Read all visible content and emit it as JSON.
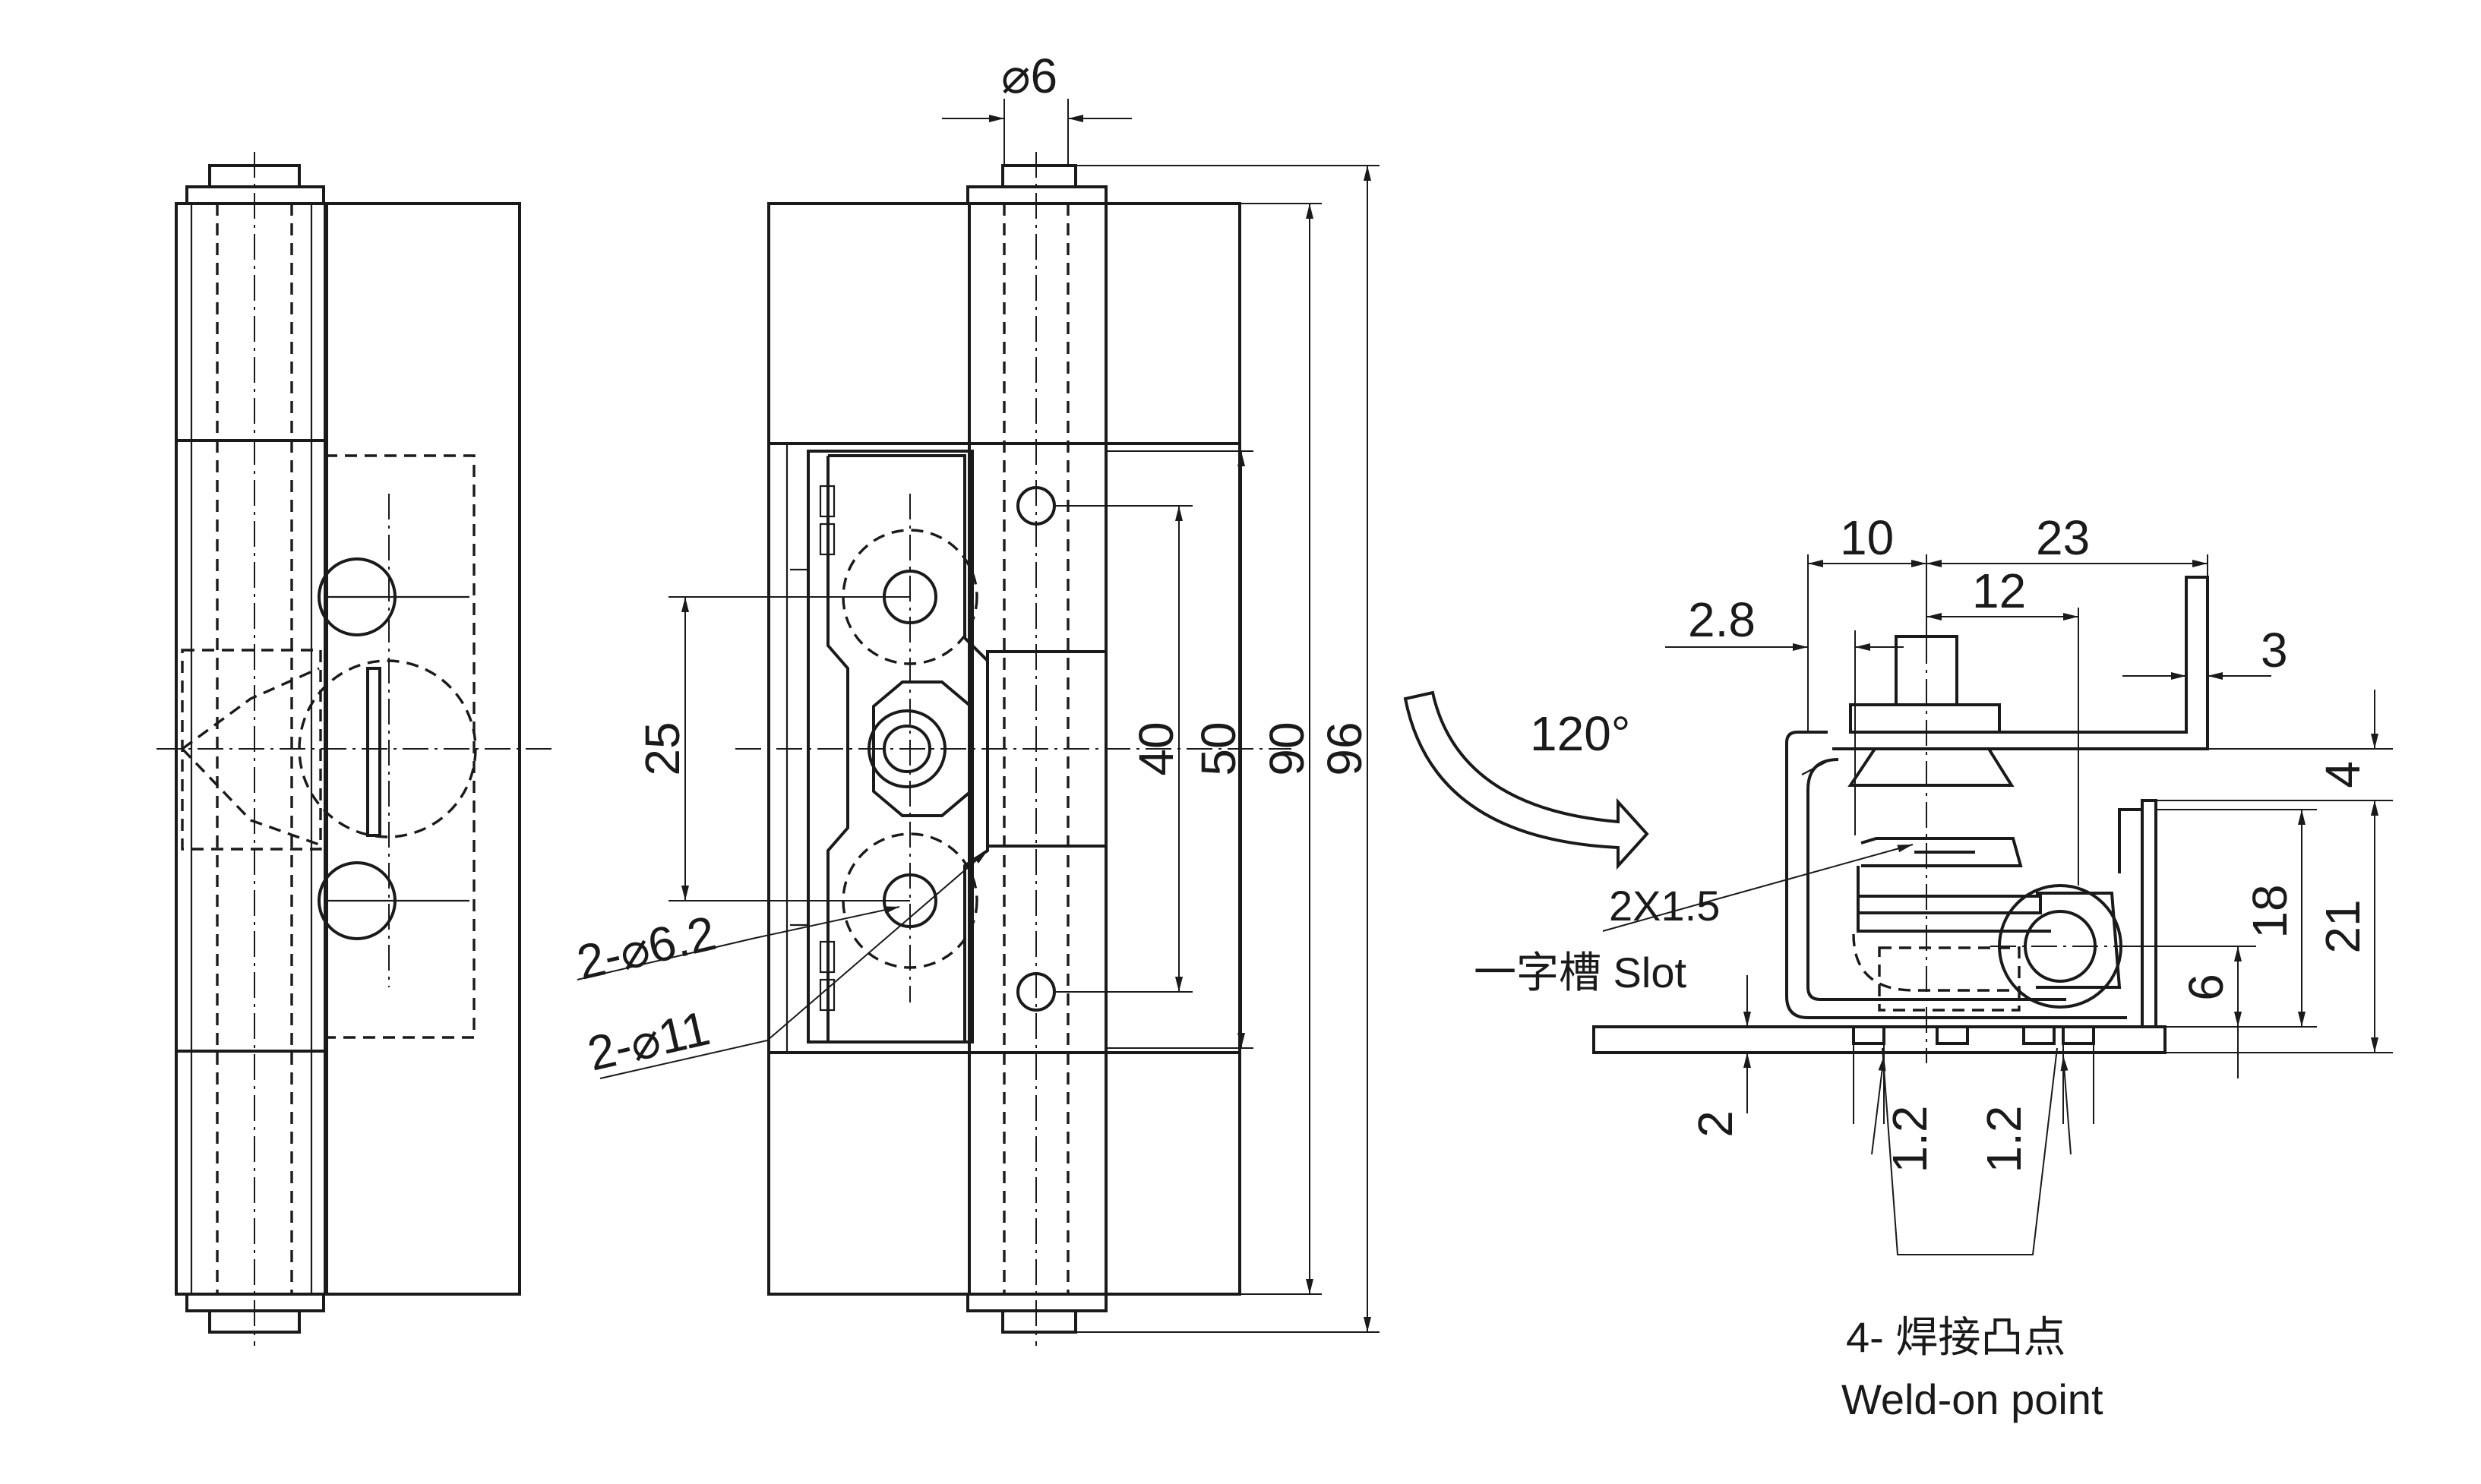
{
  "dimensions": {
    "pin_dia": "⌀6",
    "overall_96": "96",
    "height_90": "90",
    "spacing_50": "50",
    "spacing_40": "40",
    "spacing_25": "25",
    "hole_small": "2-⌀6.2",
    "hole_large": "2-⌀11",
    "side_10": "10",
    "side_23": "23",
    "side_12": "12",
    "side_2_8": "2.8",
    "side_3": "3",
    "side_4": "4",
    "side_18": "18",
    "side_21": "21",
    "side_6": "6",
    "side_2": "2",
    "weld_h_left": "1.2",
    "weld_h_right": "1.2"
  },
  "annotations": {
    "rotation_angle": "120°",
    "slot_size": "2X1.5",
    "slot_label": "一字槽 Slot",
    "weld_label_cn": "4- 焊接凸点",
    "weld_label_en": "Weld-on point"
  }
}
